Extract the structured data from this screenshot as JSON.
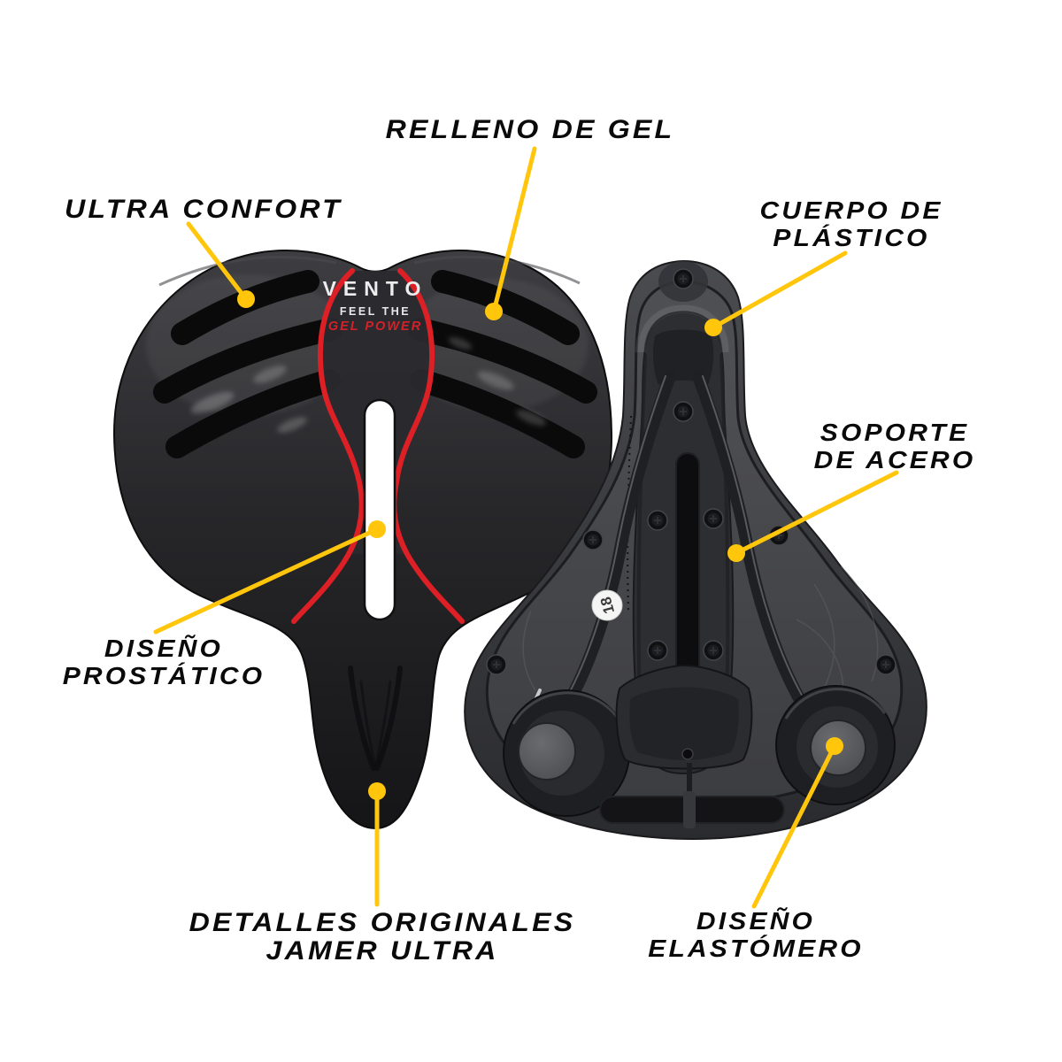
{
  "callouts": {
    "ultra_confort": {
      "text": "ULTRA CONFORT"
    },
    "relleno_gel": {
      "text": "RELLENO DE GEL"
    },
    "cuerpo_plastico": {
      "line1": "CUERPO DE",
      "line2": "PLÁSTICO"
    },
    "soporte_acero": {
      "line1": "SOPORTE",
      "line2": "DE ACERO"
    },
    "diseno_prostatico": {
      "line1": "DISEÑO",
      "line2": "PROSTÁTICO"
    },
    "detalles_originales": {
      "line1": "DETALLES ORIGINALES",
      "line2": "JAMER ULTRA"
    },
    "diseno_elastomero": {
      "line1": "DISEÑO",
      "line2": "ELASTÓMERO"
    }
  },
  "saddle_top_view": {
    "brand": "VENTO",
    "tagline": "FEEL THE",
    "tagline_accent": "GEL POWER"
  },
  "saddle_bottom_view": {
    "size_sticker": "18"
  },
  "colors": {
    "accent_yellow": "#ffc60b",
    "brand_red": "#dd1f26",
    "label_text": "#0a0a0a",
    "background": "#ffffff"
  }
}
